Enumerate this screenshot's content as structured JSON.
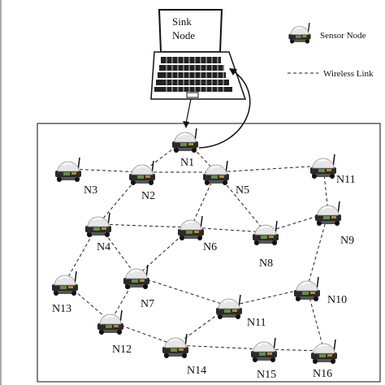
{
  "sink": {
    "line1": "Sink",
    "line2": "Node"
  },
  "legend": {
    "sensor_label": "Sensor Node",
    "link_label": "Wireless Link",
    "sensor_icon": "sensor-node-icon"
  },
  "nodes": [
    {
      "id": "N1"
    },
    {
      "id": "N2"
    },
    {
      "id": "N3"
    },
    {
      "id": "N4"
    },
    {
      "id": "N5"
    },
    {
      "id": "N6"
    },
    {
      "id": "N8"
    },
    {
      "id": "N9"
    },
    {
      "id": "N11"
    },
    {
      "id": "N7"
    },
    {
      "id": "N13"
    },
    {
      "id": "N10"
    },
    {
      "id": "N11"
    },
    {
      "id": "N12"
    },
    {
      "id": "N14"
    },
    {
      "id": "N15"
    },
    {
      "id": "N16"
    }
  ],
  "links": [
    [
      "N1",
      "N2"
    ],
    [
      "N1",
      "N5"
    ],
    [
      "N3",
      "N2"
    ],
    [
      "N2",
      "N5"
    ],
    [
      "N2",
      "N4"
    ],
    [
      "N5",
      "N11a"
    ],
    [
      "N5",
      "N6"
    ],
    [
      "N5",
      "N8"
    ],
    [
      "N4",
      "N6"
    ],
    [
      "N4",
      "N13"
    ],
    [
      "N4",
      "N7"
    ],
    [
      "N6",
      "N8"
    ],
    [
      "N6",
      "N7"
    ],
    [
      "N8",
      "N9"
    ],
    [
      "N9",
      "N11a"
    ],
    [
      "N9",
      "N10"
    ],
    [
      "N7",
      "N11b"
    ],
    [
      "N7",
      "N12"
    ],
    [
      "N13",
      "N12"
    ],
    [
      "N12",
      "N14"
    ],
    [
      "N14",
      "N11b"
    ],
    [
      "N11b",
      "N10"
    ],
    [
      "N14",
      "N15"
    ],
    [
      "N15",
      "N16"
    ],
    [
      "N16",
      "N10"
    ]
  ],
  "colors": {
    "line": "#222222",
    "frame": "#333333",
    "node_body": "#2a2a2a",
    "node_dome": "#e6e6e6"
  }
}
